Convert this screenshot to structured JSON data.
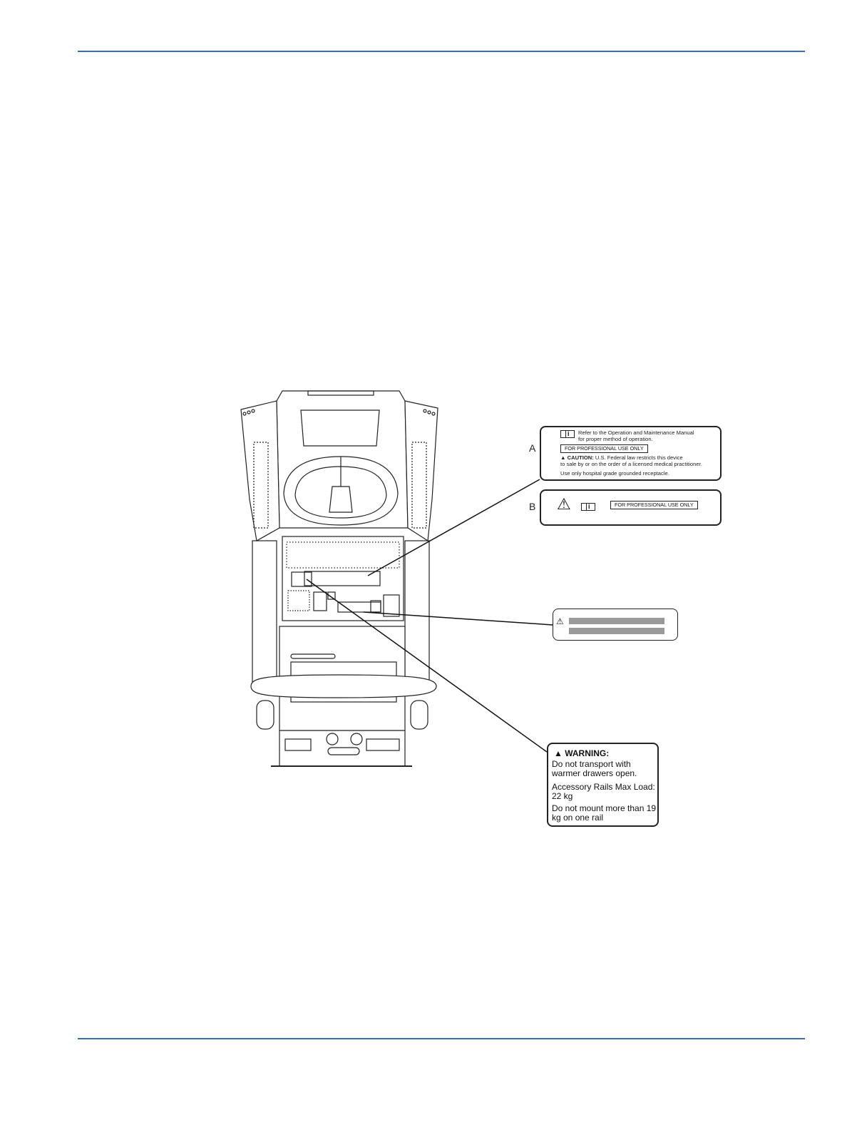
{
  "colors": {
    "rule": "#3b68b5",
    "ink": "#222222",
    "redacted_bar": "#9a9a9a"
  },
  "figure": {
    "label_a": {
      "letter": "A",
      "manual_text_1": "Refer to the Operation and Maintenance Manual",
      "manual_text_2": "for proper method of operation.",
      "pro_use": "FOR PROFESSIONAL USE ONLY",
      "caution_label": "▲ CAUTION:",
      "caution_text_1": "U.S. Federal law restricts this device",
      "caution_text_2": "to sale by or on the order of a licensed medical practitioner.",
      "receptacle": "Use only hospital grade grounded receptacle.",
      "manual_icon": "operation-manual-icon",
      "info_glyph": "i"
    },
    "label_b": {
      "letter": "B",
      "pro_use": "FOR PROFESSIONAL USE ONLY",
      "warning_icon": "warning-triangle-icon",
      "manual_icon": "operation-manual-icon",
      "info_glyph": "i",
      "triangle_glyph": "⚠"
    },
    "label_c": {
      "warning_icon": "warning-triangle-icon",
      "triangle_glyph": "⚠"
    },
    "label_d": {
      "title": "▲ WARNING:",
      "line_1": "Do not transport with warmer drawers open.",
      "line_2": "Accessory Rails Max Load: 22 kg",
      "line_3": "Do not mount more than 19 kg on one rail"
    }
  }
}
